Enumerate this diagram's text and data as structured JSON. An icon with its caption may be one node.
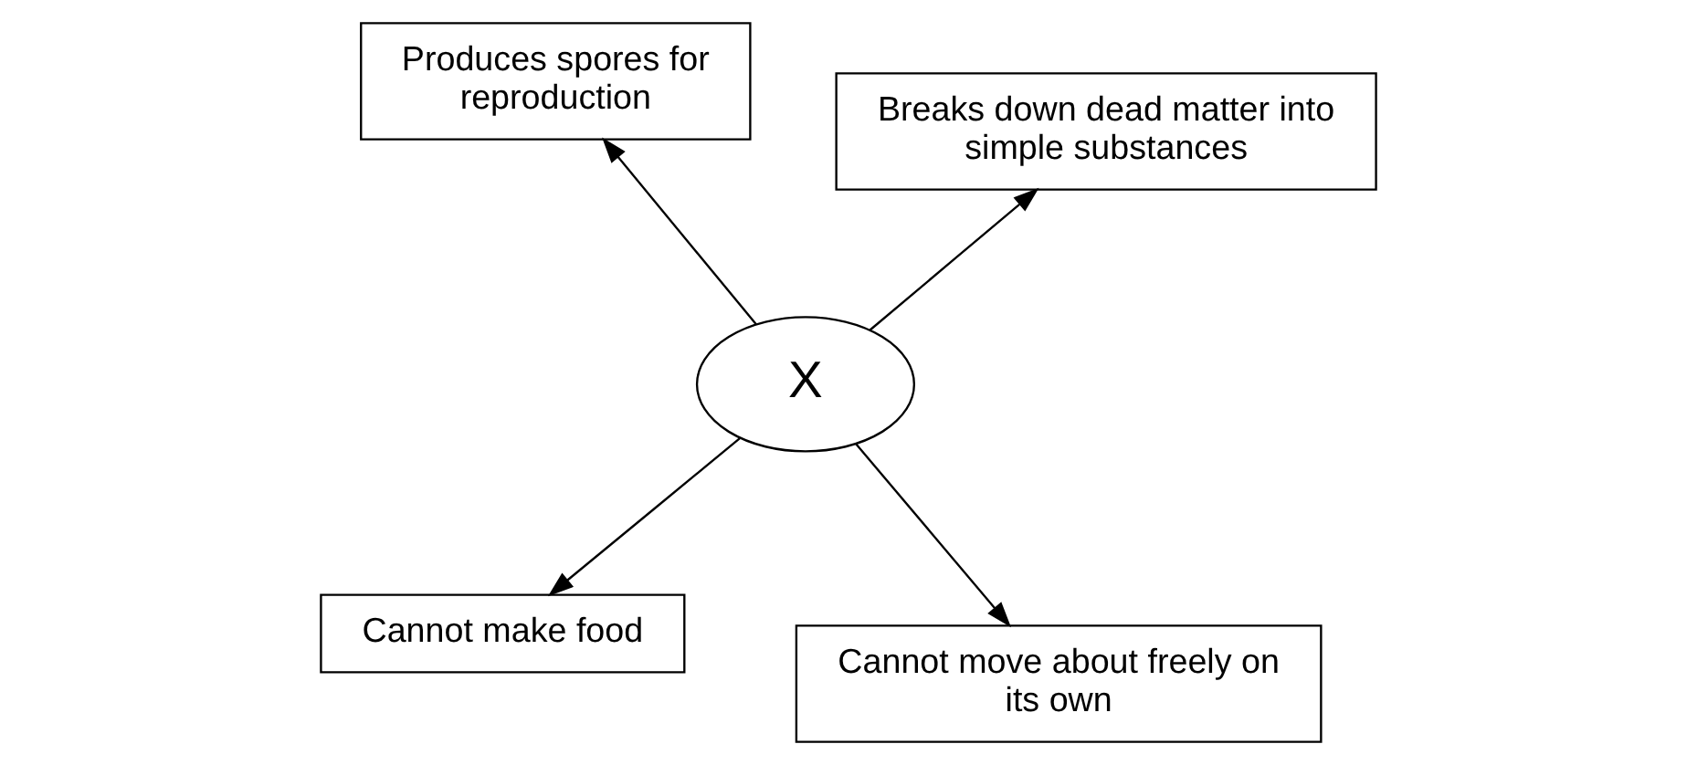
{
  "diagram": {
    "nodes": [
      {
        "text": [
          "Cannot make food"
        ]
      },
      {
        "text": [
          "Cannot move about freely on its own"
        ]
      },
      {
        "text": [
          "X"
        ]
      },
      {
        "text": [
          "Produces spores for reproduction"
        ]
      },
      {
        "text": [
          "Breaks down dead matter into simple substances"
        ]
      }
    ],
    "edges": [
      {
        "from": 2,
        "to": 0,
        "arrow": "to"
      },
      {
        "from": 2,
        "to": 1,
        "arrow": "to"
      },
      {
        "from": 2,
        "to": 3,
        "arrow": "to"
      },
      {
        "from": 2,
        "to": 4,
        "arrow": "to"
      }
    ]
  }
}
